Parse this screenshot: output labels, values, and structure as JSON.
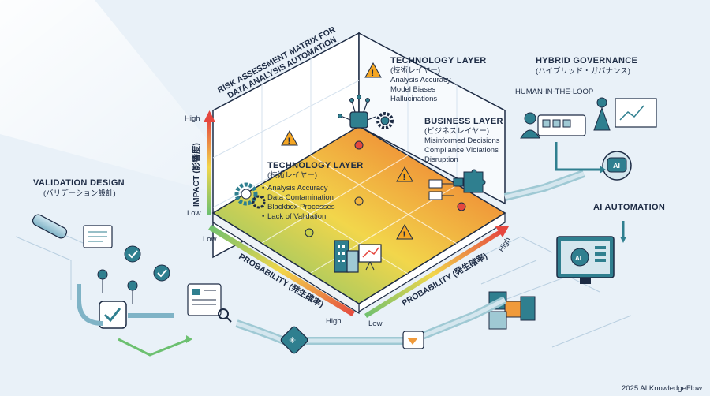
{
  "matrix_title": {
    "line1": "RISK ASSESSMENT MATRIX FOR",
    "line2": "DATA ANALYSIS AUTOMATION"
  },
  "impact_axis": {
    "label": "IMPACT (影響度)",
    "high": "High",
    "low": "Low"
  },
  "probability_axis_left": {
    "label": "PROBABILITY (発生確率)",
    "low": "Low",
    "high": "High"
  },
  "probability_axis_right": {
    "label": "PROBABILITY (発生確率)",
    "low": "Low",
    "high": "High"
  },
  "tech_layer_top": {
    "title": "TECHNOLOGY LAYER",
    "subtitle": "(技術レイヤー)",
    "items": [
      "Analysis Accuracy",
      "Model Biases",
      "Hallucinations"
    ]
  },
  "tech_layer_center": {
    "title": "TECHNOLOGY LAYER",
    "subtitle": "(技術レイヤー)",
    "items": [
      "Analysis Accuracy",
      "Data Contamination",
      "Blackbox Processes",
      "Lack of Validation"
    ]
  },
  "business_layer": {
    "title": "BUSINESS LAYER",
    "subtitle": "(ビジネスレイヤー)",
    "items": [
      "Misinformed Decisions",
      "Compliance Violations",
      "Disruption"
    ]
  },
  "hybrid_governance": {
    "title": "HYBRID GOVERNANCE",
    "subtitle": "(ハイブリッド・ガバナンス)",
    "hitl": "HUMAN-IN-THE-LOOP"
  },
  "ai_automation": {
    "label": "AI AUTOMATION",
    "badge": "AI"
  },
  "validation_design": {
    "title": "VALIDATION DESIGN",
    "subtitle": "(バリデーション設計)"
  },
  "footer": {
    "credit": "2025 AI KnowledgeFlow"
  },
  "colors": {
    "navy": "#1d2b44",
    "teal": "#2f7f8f",
    "red": "#e5473f",
    "orange": "#f09a3a",
    "yellow": "#f2d64b",
    "green": "#6cc070",
    "warning": "#f5a623"
  }
}
